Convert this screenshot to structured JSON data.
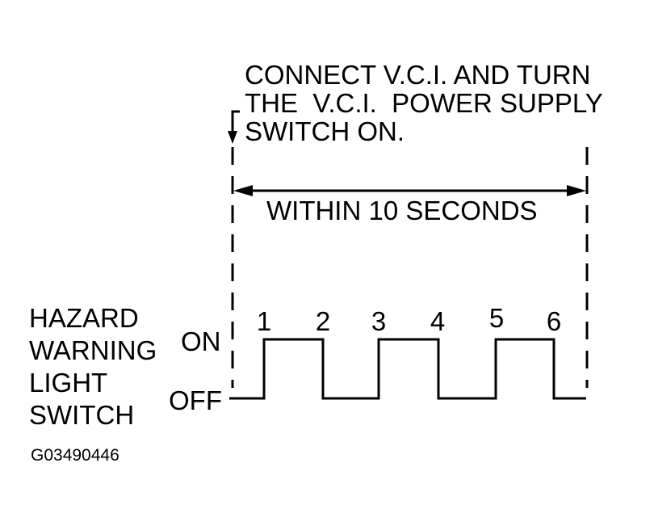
{
  "instruction": {
    "lines": [
      "CONNECT V.C.I. AND TURN",
      "THE  V.C.I.  POWER SUPPLY",
      "SWITCH ON."
    ]
  },
  "interval": {
    "label": "WITHIN 10 SECONDS"
  },
  "signal": {
    "title_lines": [
      "HAZARD",
      "WARNING",
      "LIGHT",
      "SWITCH"
    ],
    "on_label": "ON",
    "off_label": "OFF",
    "pulse_numbers": [
      "1",
      "2",
      "3",
      "4",
      "5",
      "6"
    ]
  },
  "figure_code": "G03490446",
  "colors": {
    "ink": "#000000",
    "background": "#ffffff"
  }
}
